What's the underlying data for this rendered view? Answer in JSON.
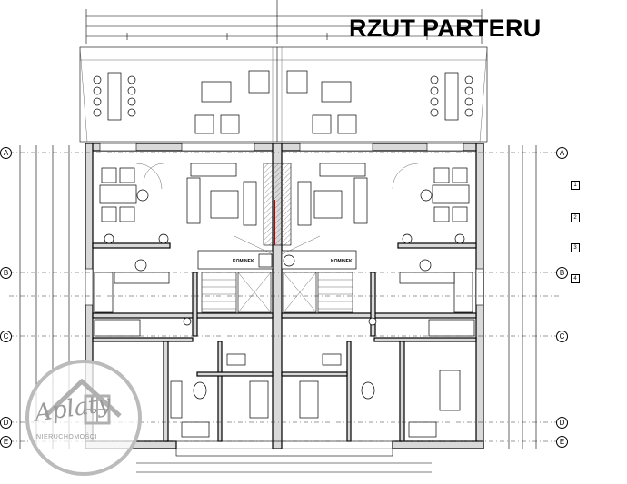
{
  "title": "RZUT PARTERU",
  "grid_axes": [
    "A",
    "B",
    "C",
    "D",
    "E"
  ],
  "room_labels": {
    "fireplace_left": "KOMINEK",
    "fireplace_right": "KOMINEK"
  },
  "legend_numbers": [
    "1",
    "2",
    "3",
    "4"
  ],
  "watermark": {
    "brand": "Aplaty",
    "subtitle": "NIERUCHOMOŚCI"
  }
}
